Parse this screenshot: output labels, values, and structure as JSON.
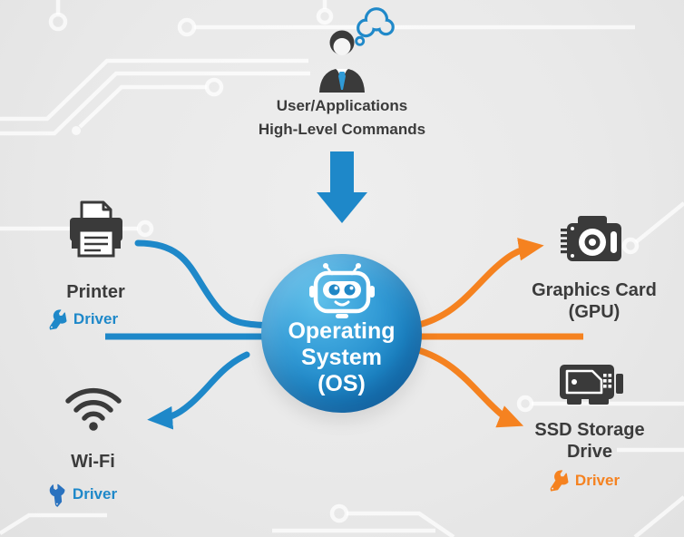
{
  "colors": {
    "blue": "#1e88c9",
    "blue-dark": "#2a72bf",
    "orange": "#f58220",
    "dark": "#3a3a3a"
  },
  "user_group": {
    "line1": "User/Applications",
    "line2": "High-Level Commands"
  },
  "os_node": {
    "line1": "Operating",
    "line2": "System",
    "line3": "(OS)"
  },
  "nodes": {
    "printer": {
      "label": "Printer",
      "driver": "Driver"
    },
    "wifi": {
      "label": "Wi-Fi",
      "driver": "Driver"
    },
    "gpu": {
      "label1": "Graphics Card",
      "label2": "(GPU)"
    },
    "ssd": {
      "label1": "SSD Storage",
      "label2": "Drive",
      "driver": "Driver"
    }
  }
}
